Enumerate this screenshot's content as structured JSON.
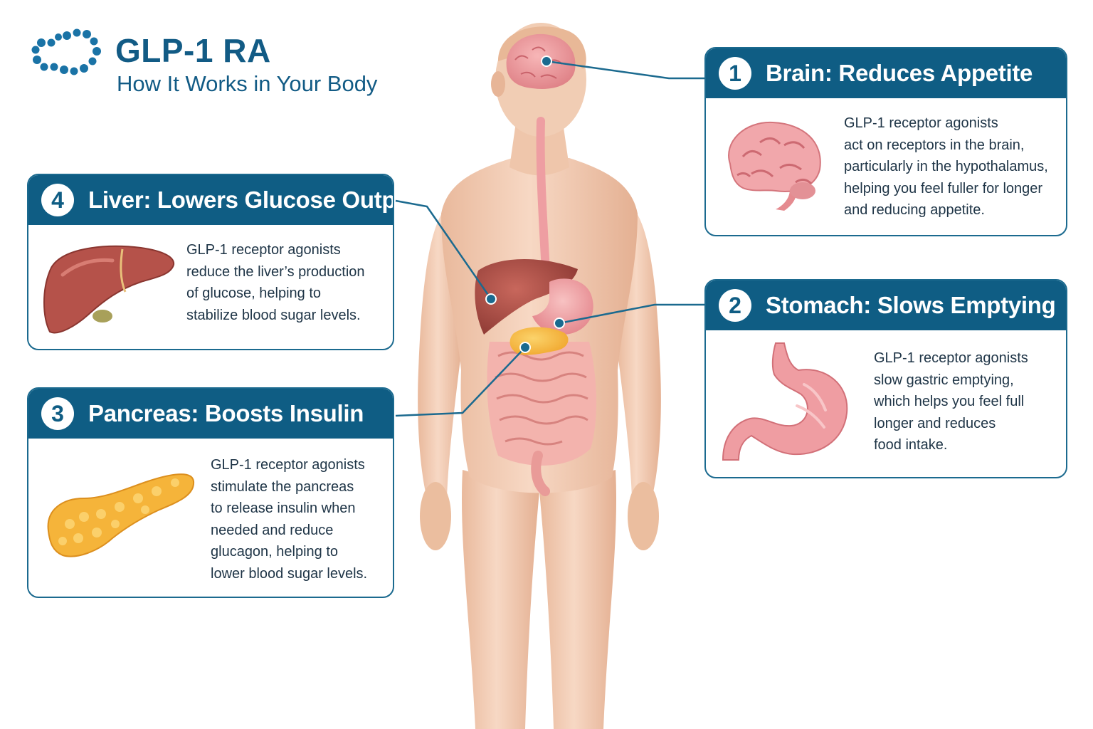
{
  "header": {
    "title": "GLP-1 RA",
    "subtitle": "How It Works in Your Body",
    "logo_icon": "molecule-ring-icon"
  },
  "colors": {
    "brand": "#0f5d84",
    "title_text": "#125b85",
    "skin": "#f3cfb6",
    "organ_pink": "#ec9aa0",
    "liver": "#b34f46",
    "pancreas": "#f5b83c"
  },
  "cards": [
    {
      "number": "1",
      "title": "Brain: Reduces Appetite",
      "text": [
        "GLP-1 receptor agonists",
        "act on receptors in the brain,",
        "particularly in the hypothalamus,",
        "helping you feel fuller for longer",
        "and reducing appetite."
      ],
      "icon": "brain-icon"
    },
    {
      "number": "2",
      "title": "Stomach: Slows Emptying",
      "text": [
        "GLP-1 receptor agonists",
        "slow gastric emptying,",
        "which helps you feel full",
        "longer and reduces",
        "food intake."
      ],
      "icon": "stomach-icon"
    },
    {
      "number": "3",
      "title": "Pancreas: Boosts Insulin",
      "text": [
        "GLP-1 receptor agonists",
        "stimulate the pancreas",
        "to release insulin when",
        "needed and reduce",
        "glucagon, helping to",
        "lower blood sugar levels."
      ],
      "icon": "pancreas-icon"
    },
    {
      "number": "4",
      "title": "Liver: Lowers Glucose Output",
      "text": [
        "GLP-1 receptor agonists",
        "reduce the liver’s production",
        "of glucose, helping to",
        "stabilize blood sugar levels."
      ],
      "icon": "liver-icon"
    }
  ]
}
